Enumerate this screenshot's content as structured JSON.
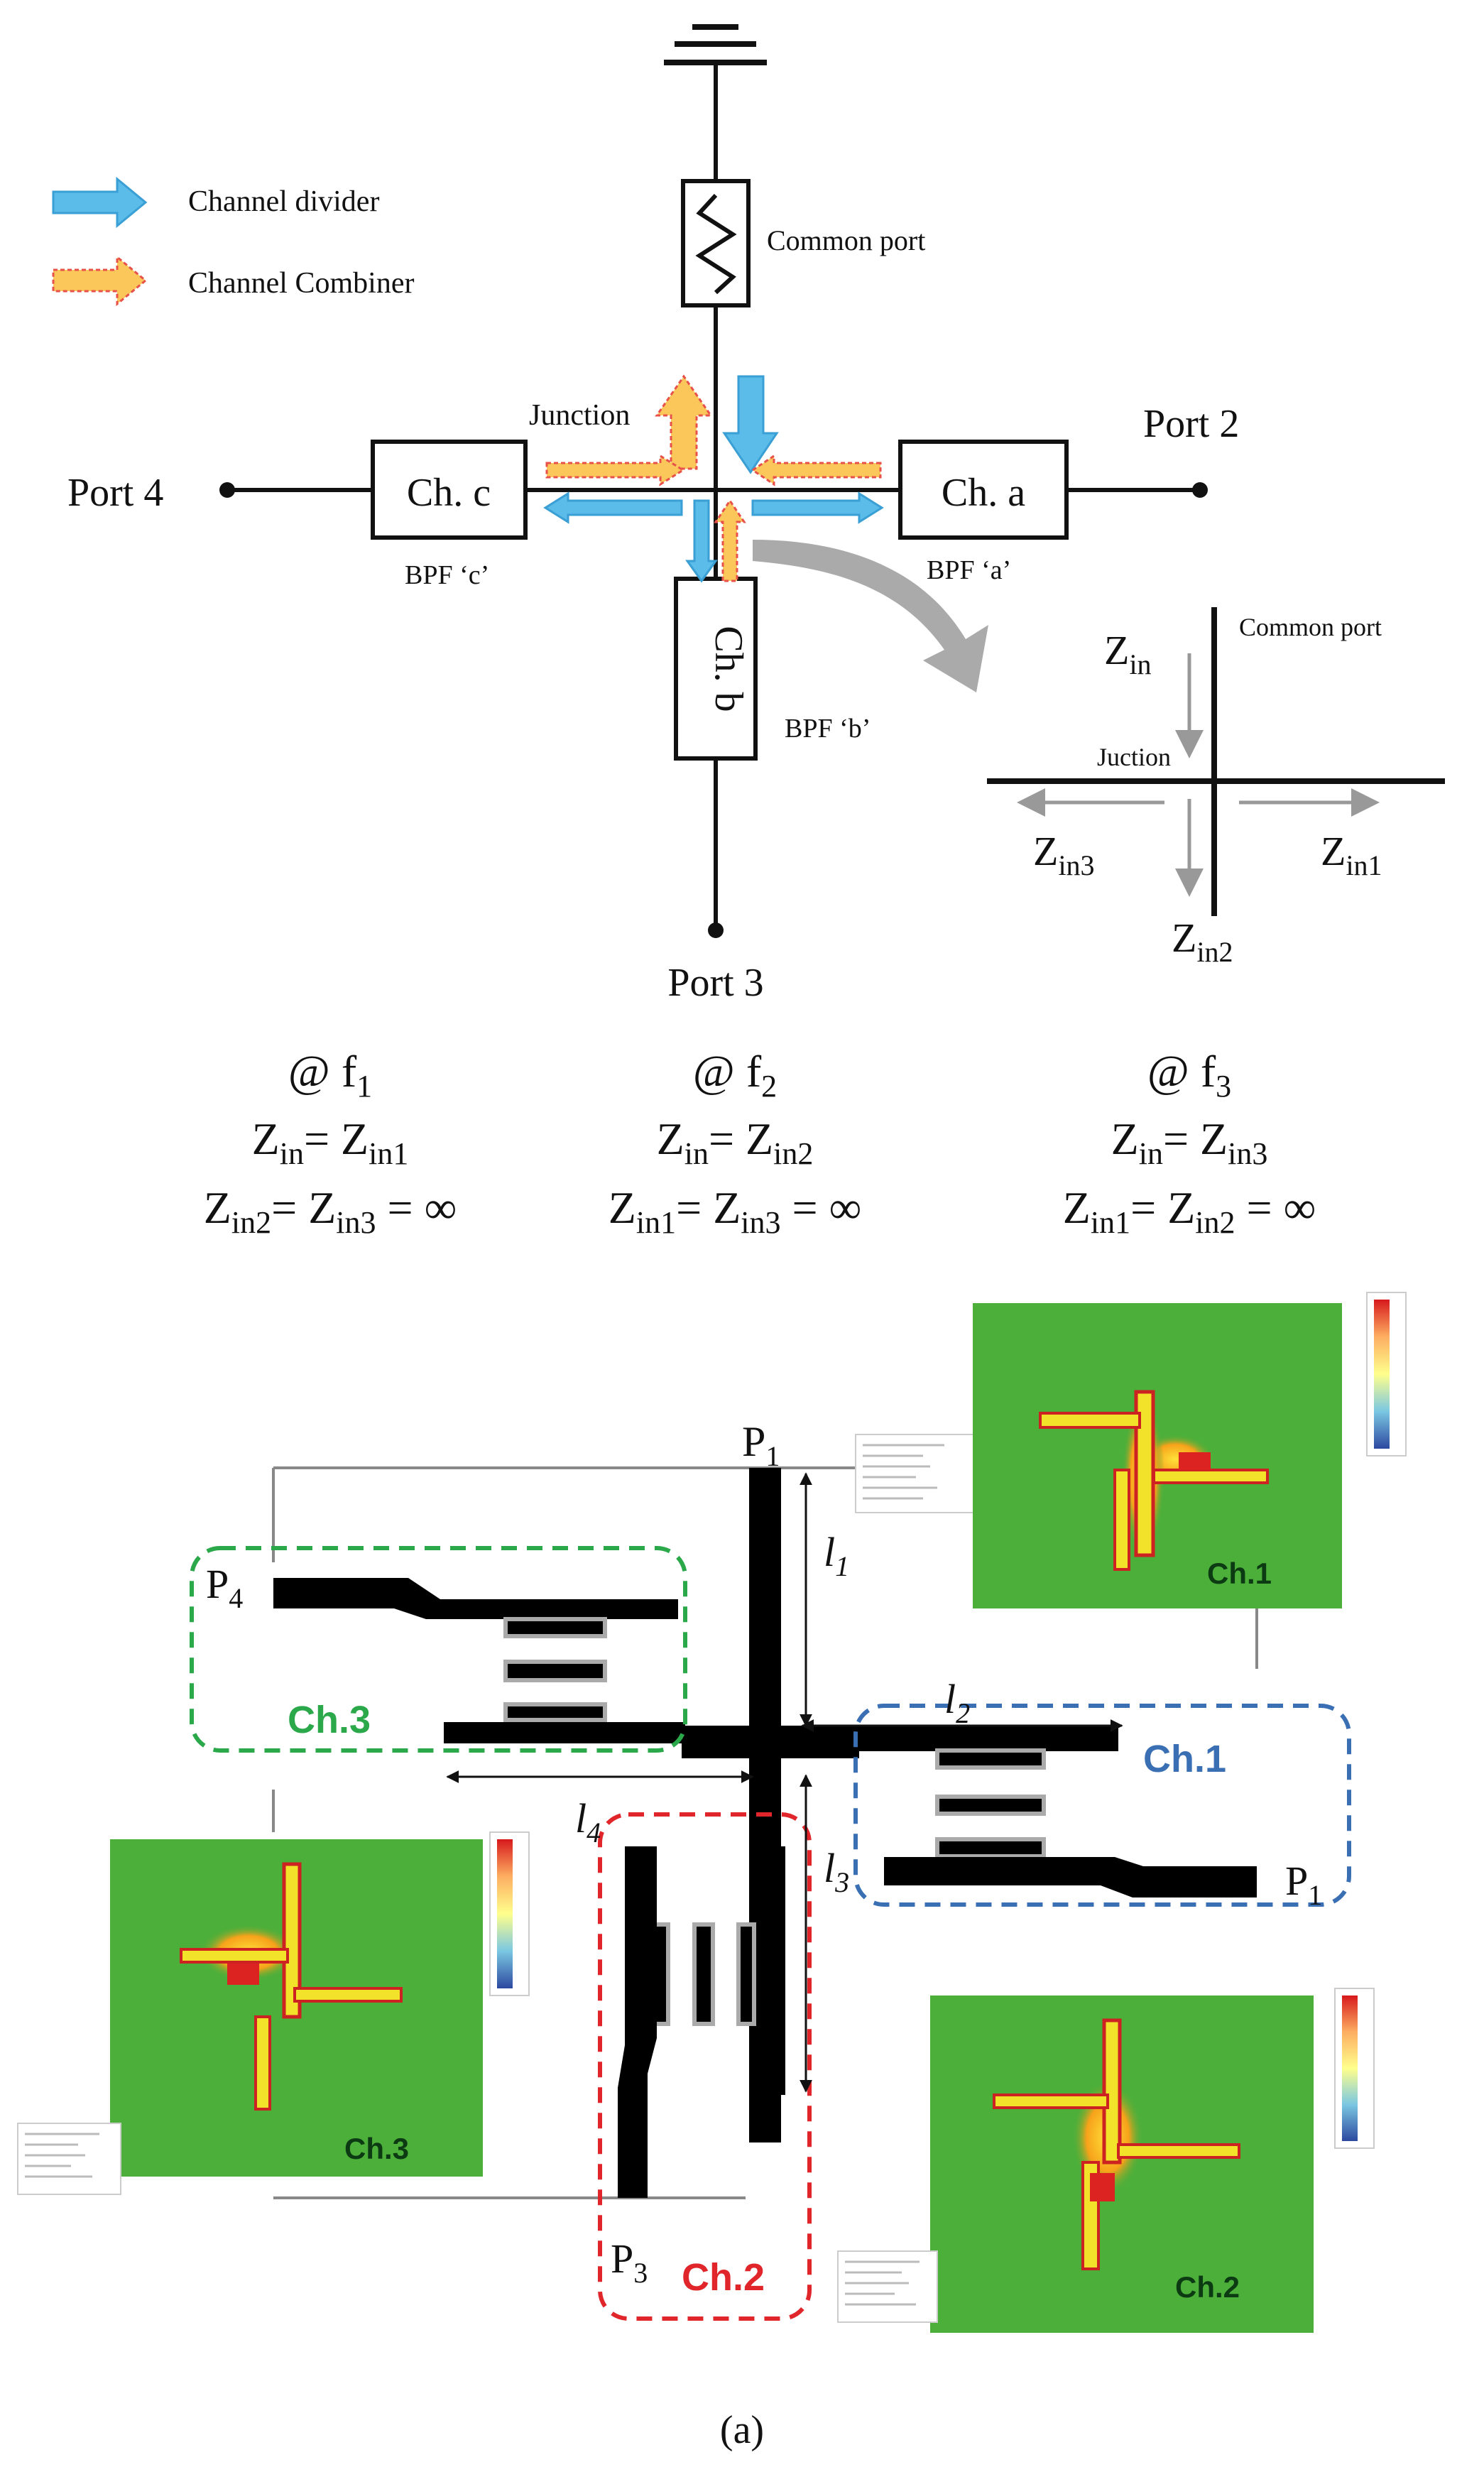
{
  "legend": {
    "divider": "Channel divider",
    "combiner": "Channel Combiner"
  },
  "top": {
    "common_port": "Common port",
    "junction": "Junction",
    "port2": "Port 2",
    "port3": "Port 3",
    "port4": "Port 4",
    "ch_a": "Ch. a",
    "ch_b": "Ch. b",
    "ch_c": "Ch. c",
    "bpf_a": "BPF ‘a’",
    "bpf_b": "BPF ‘b’",
    "bpf_c": "BPF ‘c’"
  },
  "inset": {
    "common_port": "Common port",
    "juction": "Juction"
  },
  "conditions": [
    {
      "freq": "f",
      "freq_sub": "1",
      "zin_eq": "in1",
      "a": "in2",
      "b": "in3"
    },
    {
      "freq": "f",
      "freq_sub": "2",
      "zin_eq": "in2",
      "a": "in1",
      "b": "in3"
    },
    {
      "freq": "f",
      "freq_sub": "3",
      "zin_eq": "in3",
      "a": "in1",
      "b": "in2"
    }
  ],
  "layout": {
    "p1_top": "P",
    "p1_sub": "1",
    "p1_right": "P",
    "p1r_sub": "1",
    "p3": "P",
    "p3_sub": "3",
    "p4": "P",
    "p4_sub": "4",
    "l1": "l",
    "l1_sub": "1",
    "l2": "l",
    "l2_sub": "2",
    "l3": "l",
    "l3_sub": "3",
    "l4": "l",
    "l4_sub": "4",
    "ch1": "Ch.1",
    "ch2": "Ch.2",
    "ch3": "Ch.3"
  },
  "sims": {
    "ch1": "Ch.1",
    "ch2": "Ch.2",
    "ch3": "Ch.3"
  },
  "caption": "(a)",
  "colors": {
    "divider": "#4fb3e6",
    "combiner": "#f4a24a",
    "green_box": "#2aa84a",
    "red_box": "#e0262b",
    "blue_box": "#3a6fb3",
    "sim_bg": "#4caf3a"
  }
}
